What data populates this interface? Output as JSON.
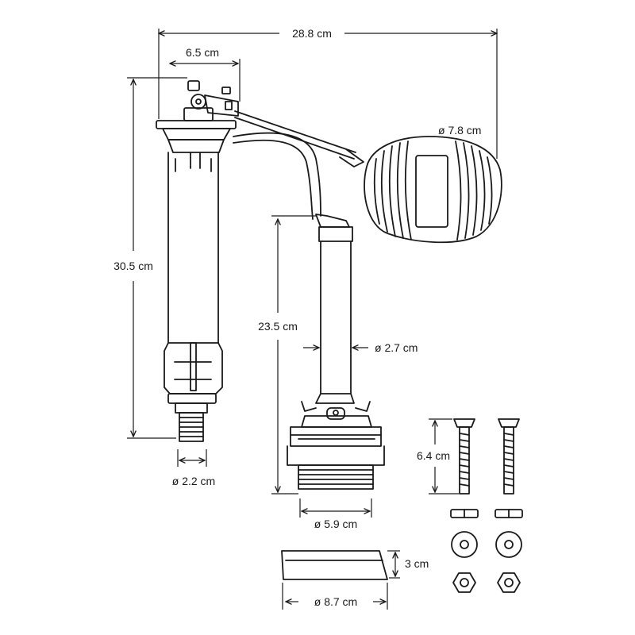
{
  "labels": {
    "overall_width": "28.8 cm",
    "valve_head_width": "6.5 cm",
    "float_diameter": "ø 7.8 cm",
    "fill_valve_height": "30.5 cm",
    "flush_valve_height": "23.5 cm",
    "tube_diameter": "ø 2.7 cm",
    "inlet_diameter": "ø 2.2 cm",
    "bolt_length": "6.4 cm",
    "flush_base_diameter": "ø 5.9 cm",
    "seal_height": "3 cm",
    "seal_diameter": "ø 8.7 cm"
  },
  "colors": {
    "line": "#1a1a1a",
    "background": "#ffffff"
  }
}
